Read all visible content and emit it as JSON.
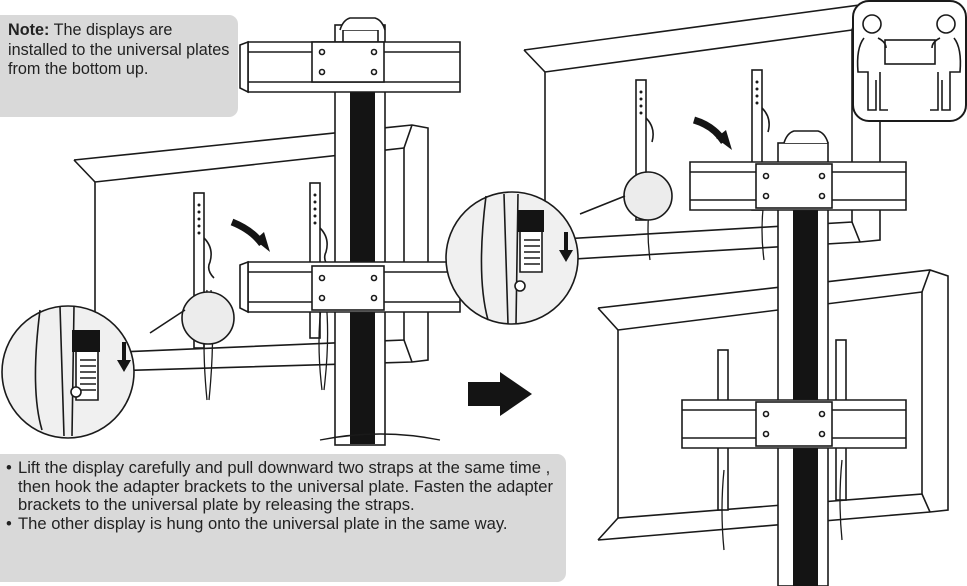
{
  "note": {
    "label": "Note:",
    "text": "The displays are installed to the universal plates from the bottom up."
  },
  "instructions": [
    "Lift the display carefully and pull downward two straps at the same time , then hook the adapter brackets to the universal plate. Fasten the adapter brackets to the universal plate by releasing the straps.",
    "The other display is hung onto the universal plate in the same way."
  ],
  "bullet": "•",
  "icons": {
    "two_person_lift": "two-person-lift-icon",
    "direction_arrow": "right-arrow-icon",
    "down_arrow": "down-arrow-icon",
    "curved_arrow": "curved-arrow-icon"
  },
  "colors": {
    "callout_bg": "#d9d9d9",
    "line": "#1a1a1a",
    "pole": "#141414"
  }
}
